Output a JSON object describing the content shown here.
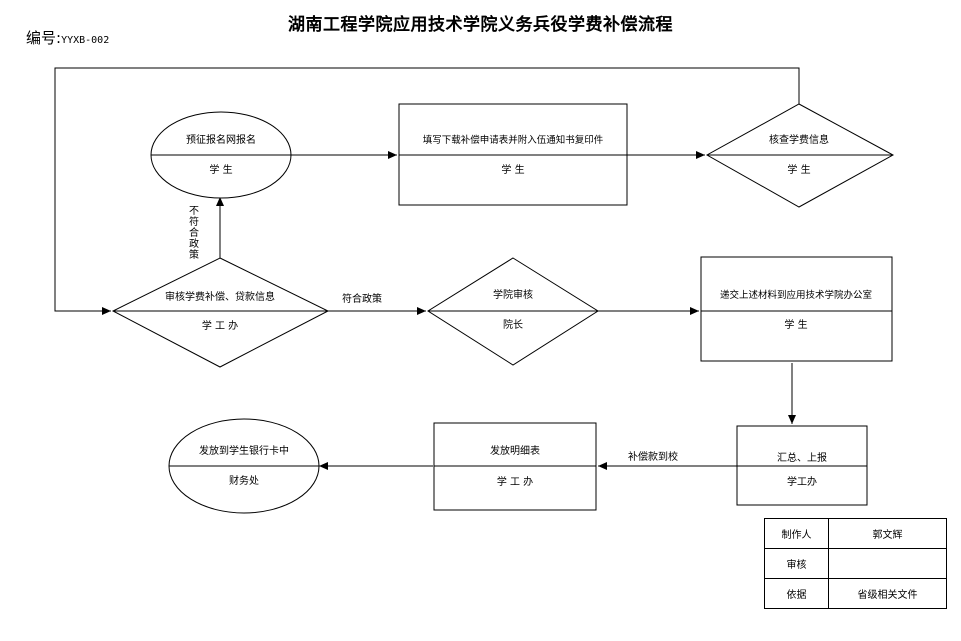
{
  "title": "湖南工程学院应用技术学院义务兵役学费补偿流程",
  "serial": {
    "label": "编号:",
    "code": "YYXB-002"
  },
  "nodes": {
    "n1": {
      "top": "预征报名网报名",
      "bottom": "学  生"
    },
    "n2": {
      "top": "填写下载补偿申请表并附入伍通知书复印件",
      "bottom": "学  生"
    },
    "n3": {
      "top": "核查学费信息",
      "bottom": "学  生"
    },
    "n4": {
      "top": "审核学费补偿、贷款信息",
      "bottom": "学 工 办"
    },
    "n5": {
      "top": "学院审核",
      "bottom": "院长"
    },
    "n6": {
      "top": "递交上述材料到应用技术学院办公室",
      "bottom": "学  生"
    },
    "n7": {
      "top": "汇总、上报",
      "bottom": "学工办"
    },
    "n8": {
      "top": "发放明细表",
      "bottom": "学 工 办"
    },
    "n9": {
      "top": "发放到学生银行卡中",
      "bottom": "财务处"
    }
  },
  "edges": {
    "reject": [
      "不",
      "符",
      "合",
      "政",
      "策"
    ],
    "approve": "符合政策",
    "funds": "补偿款到校"
  },
  "meta": [
    {
      "label": "制作人",
      "value": "郭文辉"
    },
    {
      "label": "审核",
      "value": ""
    },
    {
      "label": "依据",
      "value": "省级相关文件"
    }
  ]
}
